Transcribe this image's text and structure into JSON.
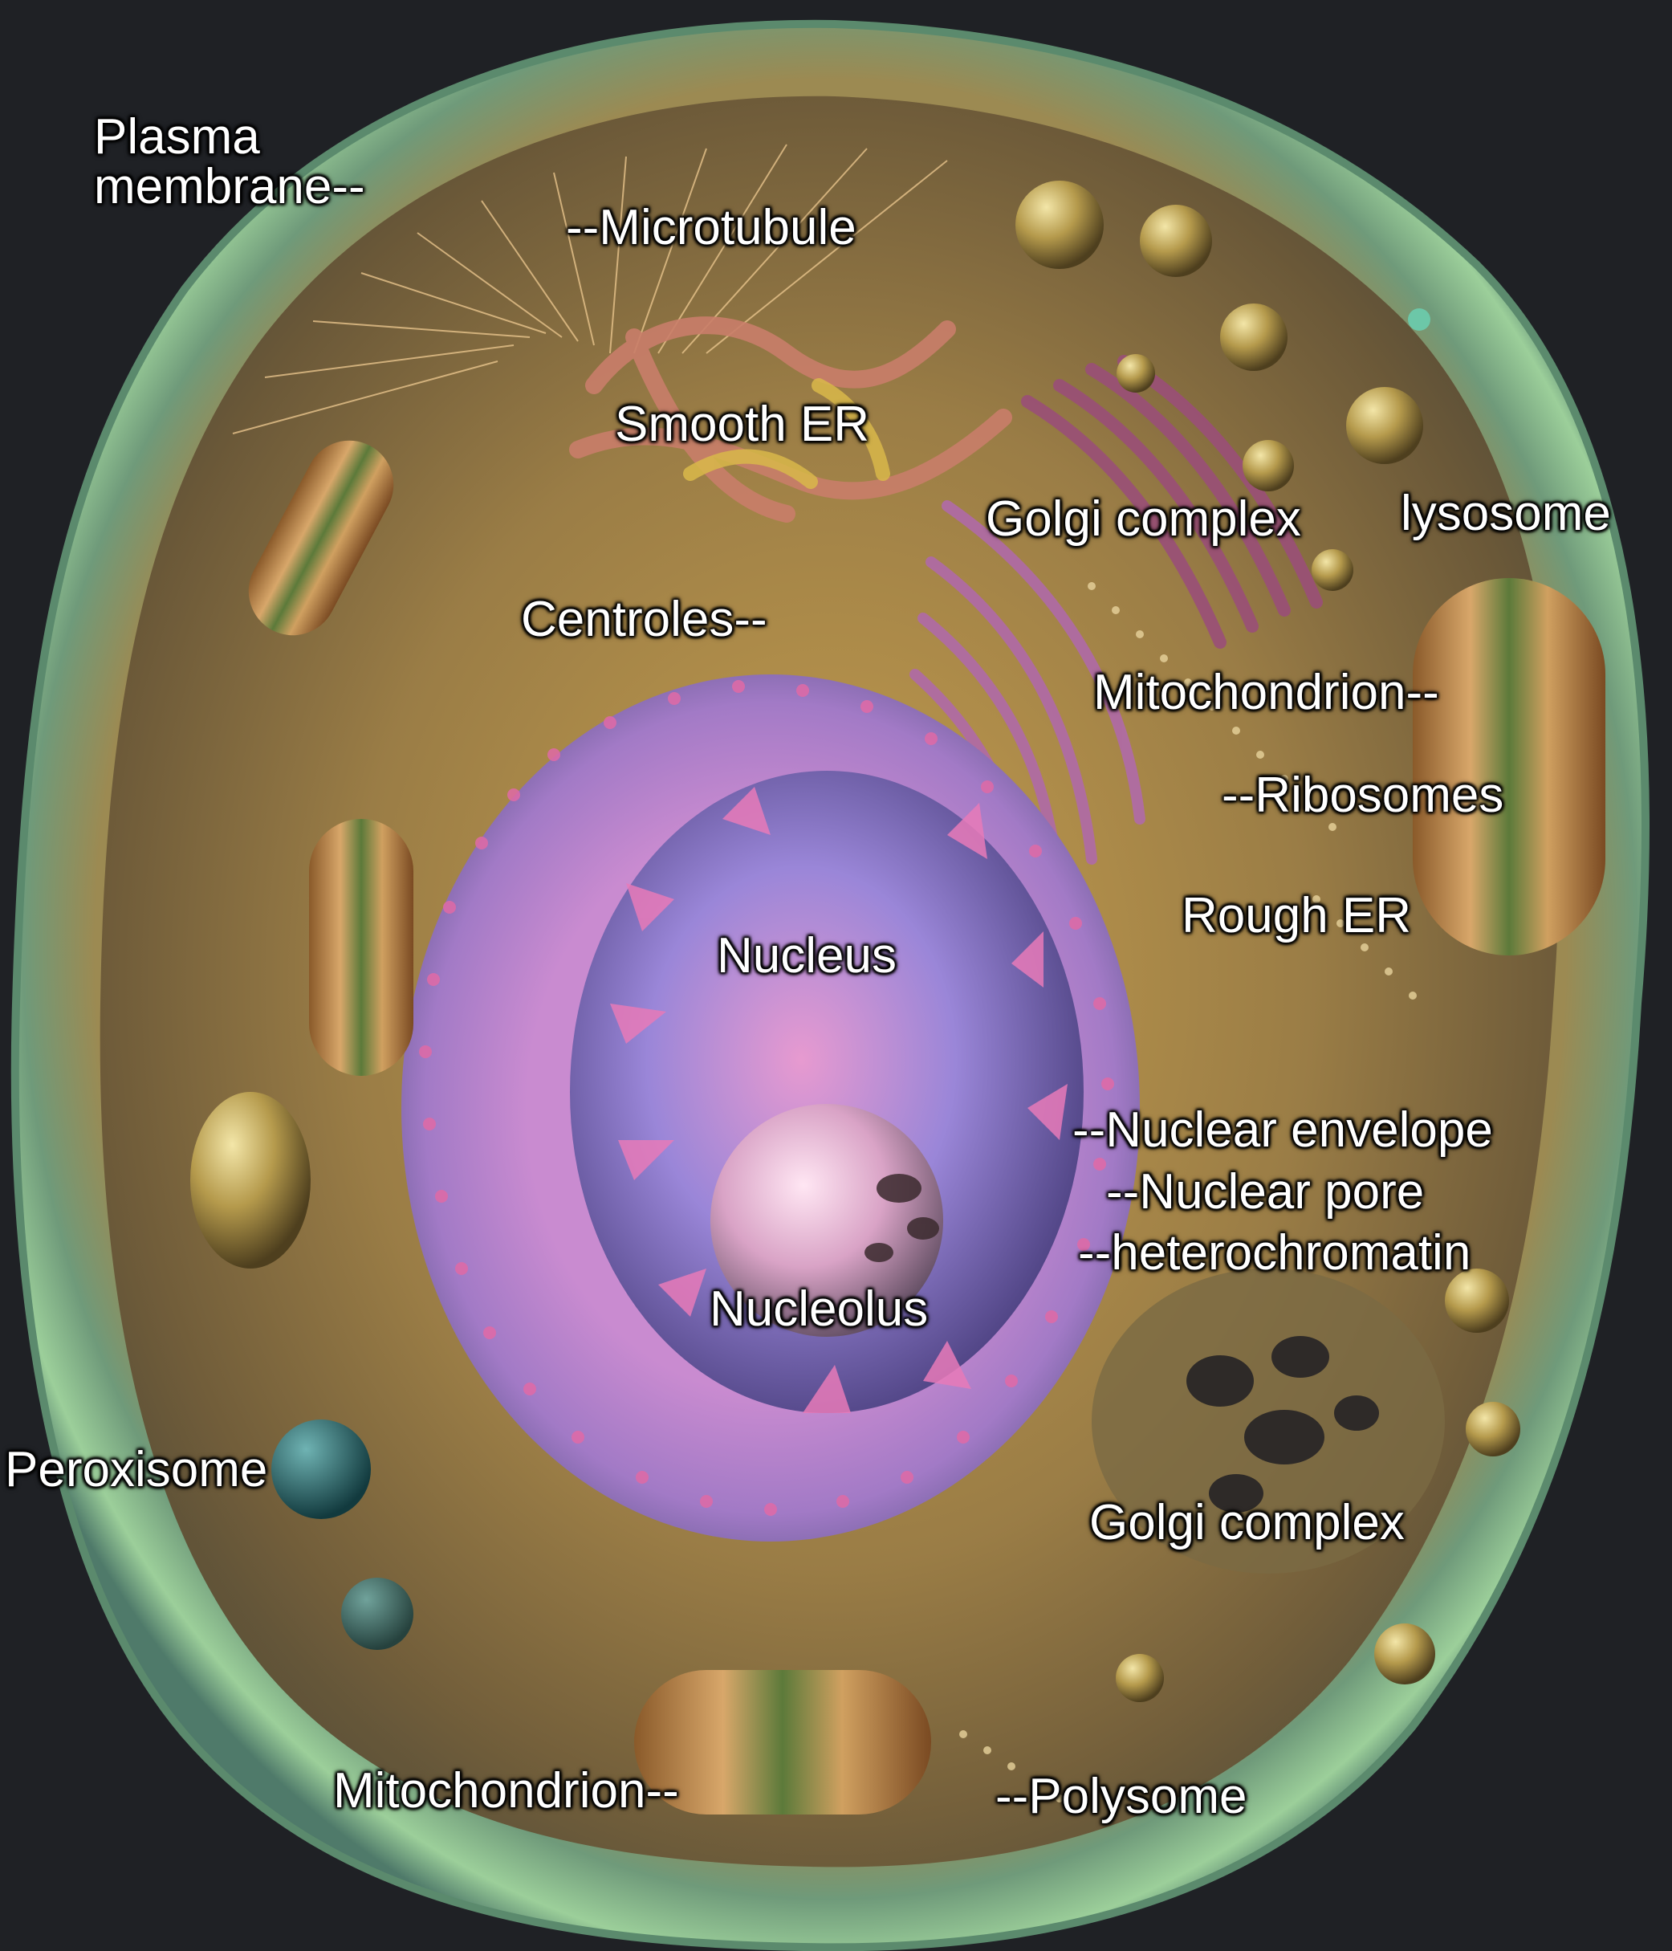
{
  "diagram": {
    "labels": {
      "plasma_membrane": "Plasma\nmembrane--",
      "microtubule": "--Microtubule",
      "smooth_er": "Smooth ER",
      "golgi_top": "Golgi complex",
      "lysosome": "lysosome",
      "centroles": "Centroles--",
      "mitochondrion_right": "Mitochondrion--",
      "ribosomes": "--Ribosomes",
      "rough_er": "Rough ER",
      "nucleus": "Nucleus",
      "nuclear_envelope": "--Nuclear envelope",
      "nuclear_pore": "--Nuclear pore",
      "heterochromatin": "--heterochromatin",
      "nucleolus": "Nucleolus",
      "peroxisome": "Peroxisome",
      "golgi_bottom": "Golgi complex",
      "mitochondrion_bottom": "Mitochondrion--",
      "polysome": "--Polysome"
    },
    "colors": {
      "background": "#1f2125",
      "membrane": "#7fb08a",
      "cytoplasm": "#8a7448",
      "nucleus_envelope": "#b07ab8",
      "nucleoplasm": "#8c7fd0",
      "label_text": "#ffffff"
    }
  }
}
